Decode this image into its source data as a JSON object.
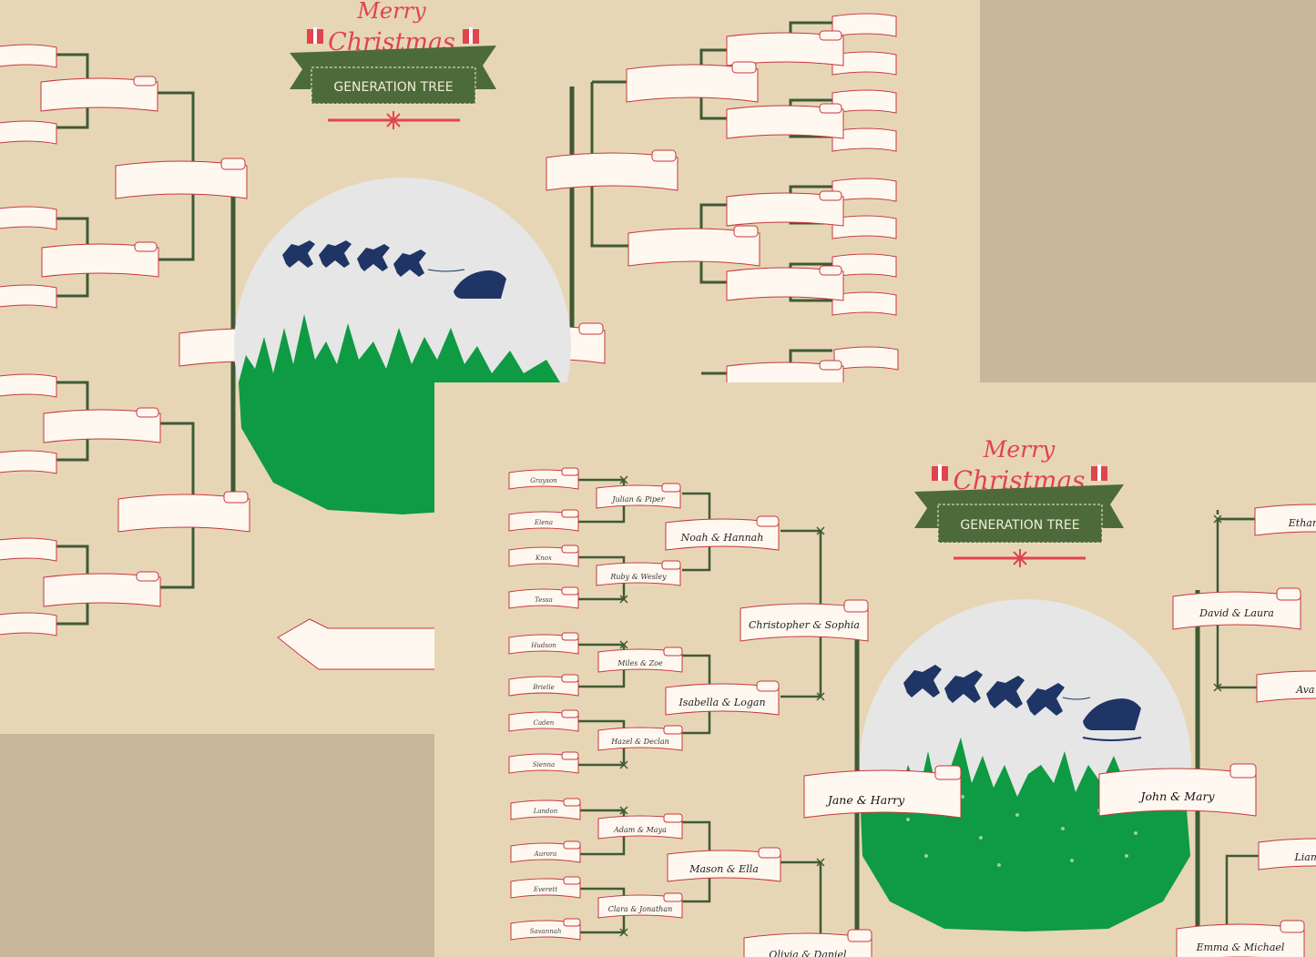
{
  "title": {
    "merry": "Merry",
    "christmas": "Christmas",
    "banner": "GENERATION TREE"
  },
  "colors": {
    "background_outer": "#c9b799",
    "panel": "#e7d6b6",
    "scroll_stroke": "#c8363d",
    "branch_green": "#3f5a35",
    "banner_green": "#4d6b3a",
    "title_red": "#e0444d",
    "moon": "#e6e6e6",
    "forest": "#0f9a44",
    "reindeer": "#1f3566"
  },
  "icons": [
    "gift-icon",
    "snowflake-icon",
    "reindeer-sleigh-icon",
    "pine-forest-icon"
  ],
  "tree": {
    "left_grandchildren": [
      "Grayson",
      "Elena",
      "Knox",
      "Tessa",
      "Hudson",
      "Brielle",
      "Caden",
      "Sienna",
      "Landon",
      "Aurora",
      "Everett",
      "Savannah"
    ],
    "left_children": [
      "Julian & Piper",
      "Ruby & Wesley",
      "Miles & Zoe",
      "Hazel & Declan",
      "Adam & Maya",
      "Clara & Jonathan"
    ],
    "left_parents": [
      "Noah & Hannah",
      "Isabella & Logan",
      "Mason & Ella"
    ],
    "left_grandparents": [
      "Christopher & Sophia",
      "Olivia & Daniel"
    ],
    "root_left": "Jane & Harry",
    "root_right": "John & Mary",
    "right_grandparents": [
      "David & Laura",
      "Emma & Michael"
    ],
    "right_parents": [
      "Ethan &",
      "Ava &",
      "Liam &"
    ]
  }
}
